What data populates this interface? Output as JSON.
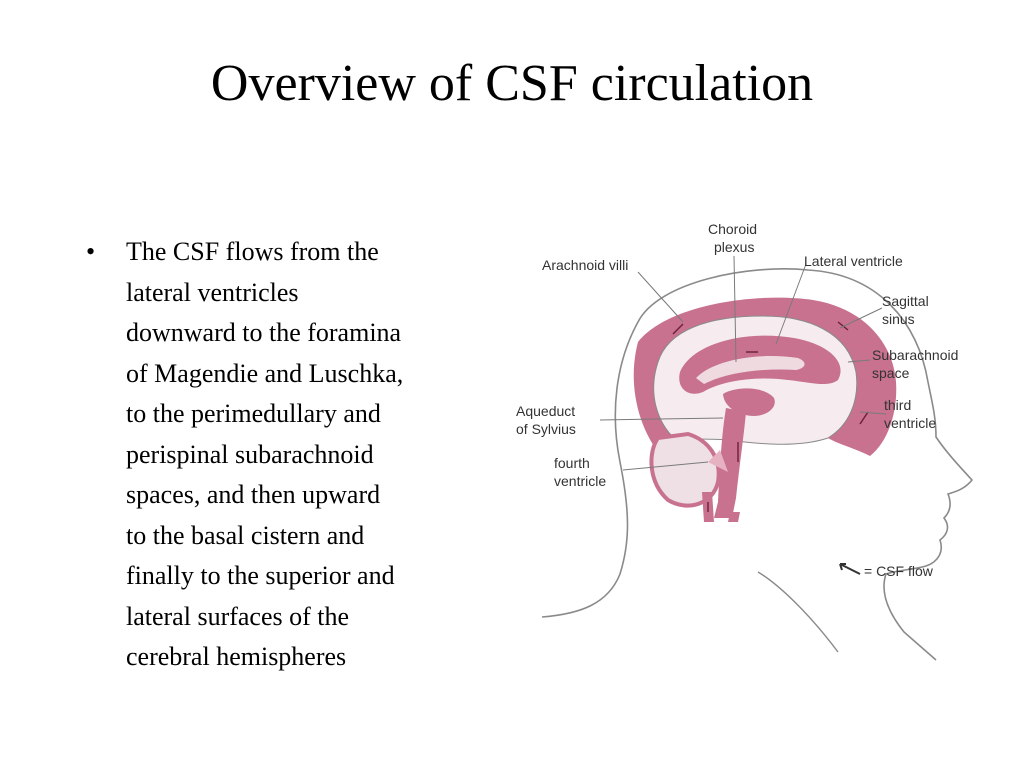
{
  "slide": {
    "title": "Overview of CSF circulation",
    "bullet_marker": "•",
    "bullet_text": "The CSF flows from the\nlateral ventricles\ndownward to the foramina\nof Magendie and Luschka,\nto the perimedullary and\nperispinal subarachnoid\nspaces, and then upward\nto the basal cistern and\nfinally to the superior and\nlateral surfaces of the\ncerebral hemispheres"
  },
  "diagram": {
    "labels": {
      "choroid_1": "Choroid",
      "choroid_2": "plexus",
      "arachnoid": "Arachnoid villi",
      "lateral_ventricle": "Lateral ventricle",
      "sagittal_1": "Sagittal",
      "sagittal_2": "sinus",
      "subarachnoid_1": "Subarachnoid",
      "subarachnoid_2": "space",
      "aqueduct_1": "Aqueduct",
      "aqueduct_2": "of Sylvius",
      "third_1": "third",
      "third_2": "ventricle",
      "fourth_1": "fourth",
      "fourth_2": "ventricle",
      "legend": "= CSF flow"
    },
    "colors": {
      "csf": "#c8728f",
      "csf_light": "#e6b1c1",
      "outline": "#8a8a8a",
      "leader": "#7a7a7a"
    }
  }
}
